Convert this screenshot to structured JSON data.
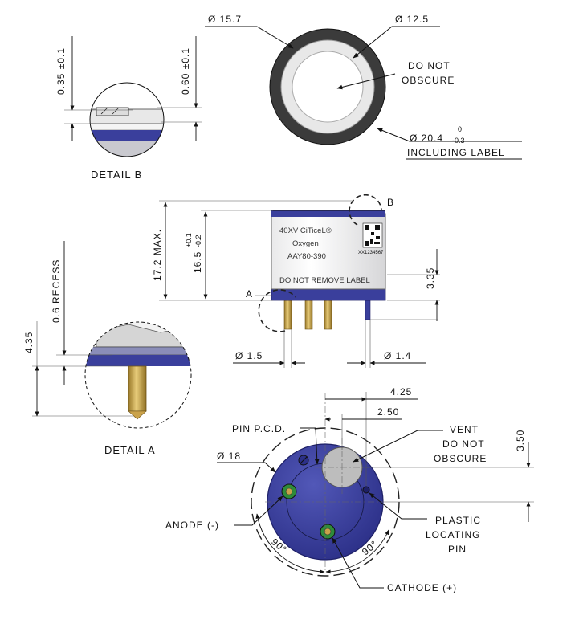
{
  "top_view": {
    "dia_outer": "Ø 15.7",
    "dia_inner": "Ø 12.5",
    "do_not_obscure_1": "DO NOT",
    "do_not_obscure_2": "OBSCURE",
    "dia_label_main": "Ø 20.4",
    "dia_label_tol_upper": "0",
    "dia_label_tol_lower": "-0.3",
    "including_label": "INCLUDING LABEL"
  },
  "detail_b": {
    "title": "DETAIL B",
    "dim_035": "0.35 ±0.1",
    "dim_060": "0.60 ±0.1"
  },
  "side_view": {
    "product_line1": "40XV  CiTiceL®",
    "product_line2": "Oxygen",
    "product_line3": "AAY80-390",
    "remove_label": "DO NOT REMOVE LABEL",
    "qr_code_text": "XX1234567",
    "detail_b_marker": "B",
    "detail_a_marker": "A",
    "dim_max": "17.2 MAX.",
    "dim_165": "16.5",
    "dim_165_tol_upper": "+0.1",
    "dim_165_tol_lower": "-0.2",
    "dim_335": "3.35",
    "dia_15": "Ø 1.5",
    "dia_14": "Ø 1.4"
  },
  "detail_a": {
    "title": "DETAIL A",
    "dim_recess": "0.6 RECESS",
    "dim_435": "4.35"
  },
  "bottom_view": {
    "dim_425": "4.25",
    "dim_250": "2.50",
    "dim_350": "3.50",
    "pin_pcd": "PIN P.C.D.",
    "dia_18": "Ø 18",
    "vent_1": "VENT",
    "vent_2": "DO NOT",
    "vent_3": "OBSCURE",
    "plastic_1": "PLASTIC",
    "plastic_2": "LOCATING",
    "plastic_3": "PIN",
    "anode": "ANODE (-)",
    "cathode": "CATHODE (+)",
    "angle_left": "90°",
    "angle_right": "90°"
  },
  "colors": {
    "housing_dark": "#3a3a3a",
    "cap_blue": "#3a3f9c",
    "pin_gold": "#c8a34a",
    "vent_grey": "#bdbdbd",
    "electrode_green": "#2e8b3a"
  }
}
